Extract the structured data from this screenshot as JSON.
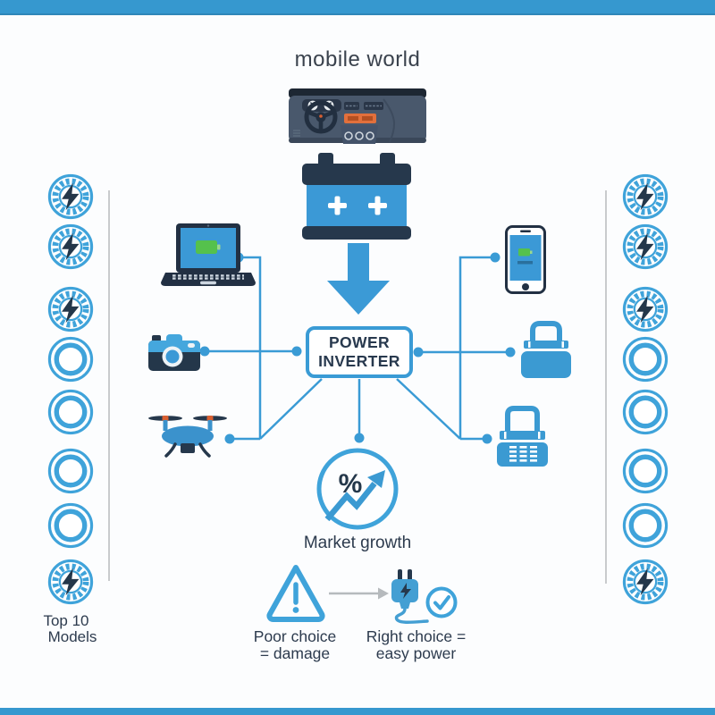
{
  "title": "mobile world",
  "inverter": {
    "line1": "POWER",
    "line2": "INVERTER"
  },
  "market_growth": {
    "symbol": "%",
    "label": "Market growth"
  },
  "poor_choice": {
    "line1": "Poor choice",
    "line2": "= damage"
  },
  "right_choice": {
    "line1": "Right choice =",
    "line2": "easy power"
  },
  "top_models": {
    "line1": "Top 10",
    "line2": "Models"
  },
  "badges": {
    "left": [
      "badge-bolt",
      "badge-bolt",
      "badge-bolt",
      "badge-ring",
      "badge-ring",
      "badge-ring",
      "badge-ring",
      "badge-bolt"
    ],
    "right": [
      "badge-bolt",
      "badge-bolt",
      "badge-bolt",
      "badge-ring",
      "badge-ring",
      "badge-ring",
      "badge-ring",
      "badge-bolt"
    ]
  },
  "icons": [
    "car-dashboard-icon",
    "car-battery-icon",
    "down-arrow-icon",
    "laptop-icon",
    "smartphone-icon",
    "camera-icon",
    "drone-icon",
    "cooler-box-icon",
    "portable-fridge-icon",
    "market-growth-icon",
    "warning-triangle-icon",
    "power-plug-icon",
    "checkmark-icon",
    "gear-bolt-badge-icon",
    "ring-badge-icon"
  ],
  "colors": {
    "accent_blue": "#3a9bd5",
    "bar_blue": "#3698cf",
    "dark_navy": "#26384c",
    "battery_green": "#55c14d",
    "orange": "#d95f31",
    "line_gray": "#c9cbcd",
    "arrow_gray": "#b6babd",
    "text_dark": "#2d3b4e"
  }
}
